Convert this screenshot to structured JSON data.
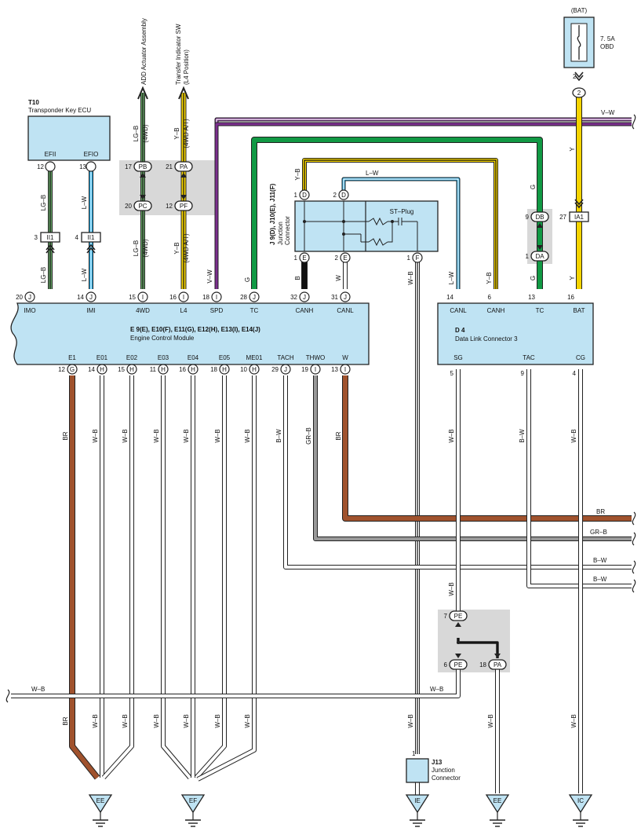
{
  "colors": {
    "BR": "#a0522d",
    "G": "#119944",
    "Y": "#f5d400",
    "L": "#22a7e0",
    "LG": "#6aaa6a",
    "V": "#7b2e8e",
    "W": "#ffffff",
    "B": "#111111",
    "GR": "#999999",
    "box_fill": "#bfe3f3",
    "gray_zone": "#d8d8d8"
  },
  "fuse": {
    "title": "(BAT)",
    "rating": "7. 5A",
    "name": "OBD",
    "pin": "2",
    "terminal": "2"
  },
  "top_targets": {
    "add": "ADD Actuator Assembly",
    "transfer": "Transfer Indicator SW",
    "transfer_sub": "(L4 Position)"
  },
  "t10": {
    "id": "T10",
    "name": "Transponder Key ECU",
    "pins": [
      "EFII",
      "EFIO"
    ],
    "pin_nums": [
      "12",
      "13"
    ]
  },
  "ecm": {
    "ids": "E 9(E), E10(F), E11(G), E12(H), E13(I), E14(J)",
    "name": "Engine Control Module",
    "top_pins": [
      {
        "label": "IMO",
        "num": "20",
        "conn": "J"
      },
      {
        "label": "IMI",
        "num": "14",
        "conn": "J"
      },
      {
        "label": "4WD",
        "num": "15",
        "conn": "I"
      },
      {
        "label": "L4",
        "num": "16",
        "conn": "I"
      },
      {
        "label": "SPD",
        "num": "18",
        "conn": "I"
      },
      {
        "label": "TC",
        "num": "28",
        "conn": "J"
      },
      {
        "label": "CANH",
        "num": "32",
        "conn": "J"
      },
      {
        "label": "CANL",
        "num": "31",
        "conn": "J"
      }
    ],
    "bottom_pins": [
      {
        "label": "E1",
        "num": "12",
        "conn": "G"
      },
      {
        "label": "E01",
        "num": "14",
        "conn": "H"
      },
      {
        "label": "E02",
        "num": "15",
        "conn": "H"
      },
      {
        "label": "E03",
        "num": "11",
        "conn": "H"
      },
      {
        "label": "E04",
        "num": "16",
        "conn": "H"
      },
      {
        "label": "E05",
        "num": "18",
        "conn": "H"
      },
      {
        "label": "ME01",
        "num": "10",
        "conn": "H"
      },
      {
        "label": "TACH",
        "num": "29",
        "conn": "J"
      },
      {
        "label": "THWO",
        "num": "19",
        "conn": "I"
      },
      {
        "label": "W",
        "num": "13",
        "conn": "I"
      }
    ]
  },
  "junction": {
    "ids": "J 9(D), J10(E), J11(F)",
    "name1": "Junction",
    "name2": "Connector",
    "plug": "ST–Plug",
    "top_pins": [
      {
        "num": "1",
        "conn": "D"
      },
      {
        "num": "2",
        "conn": "D"
      }
    ],
    "bottom_pins": [
      {
        "num": "1",
        "conn": "E"
      },
      {
        "num": "2",
        "conn": "E"
      },
      {
        "num": "1",
        "conn": "F"
      }
    ]
  },
  "dlc": {
    "id": "D 4",
    "name": "Data Link Connector 3",
    "top_pins": [
      {
        "label": "CANL",
        "num": "14"
      },
      {
        "label": "CANH",
        "num": "6"
      },
      {
        "label": "TC",
        "num": "13"
      },
      {
        "label": "BAT",
        "num": "16"
      }
    ],
    "bottom_pins": [
      {
        "label": "SG",
        "num": "5"
      },
      {
        "label": "TAC",
        "num": "9"
      },
      {
        "label": "CG",
        "num": "4"
      }
    ]
  },
  "j13": {
    "id": "J13",
    "name1": "Junction",
    "name2": "Connector",
    "pin": "1"
  },
  "connectors": {
    "ii1_a": {
      "num": "3",
      "name": "II1"
    },
    "ii1_b": {
      "num": "4",
      "name": "II1"
    },
    "pb": {
      "num": "17",
      "name": "PB"
    },
    "pa_top": {
      "num": "21",
      "name": "PA"
    },
    "pc": {
      "num": "20",
      "name": "PC"
    },
    "pf": {
      "num": "12",
      "name": "PF"
    },
    "db": {
      "num": "9",
      "name": "DB"
    },
    "da": {
      "num": "1",
      "name": "DA"
    },
    "ia1": {
      "num": "27",
      "name": "IA1"
    },
    "pe_top": {
      "num": "7",
      "name": "PE"
    },
    "pe_bot": {
      "num": "6",
      "name": "PE"
    },
    "pa_bot": {
      "num": "18",
      "name": "PA"
    }
  },
  "wire_labels": {
    "lgb": "LG–B",
    "lw": "L–W",
    "vw": "V–W",
    "g": "G",
    "yb": "Y–B",
    "y": "Y",
    "b": "B",
    "w": "W",
    "wb": "W–B",
    "br": "BR",
    "bw": "B–W",
    "grb": "GR–B",
    "fwd_4wd": "(4WD)",
    "fwd_4wd_at": "(4WD A/T)"
  },
  "grounds": [
    "EE",
    "EF",
    "IE",
    "EE",
    "IC"
  ]
}
